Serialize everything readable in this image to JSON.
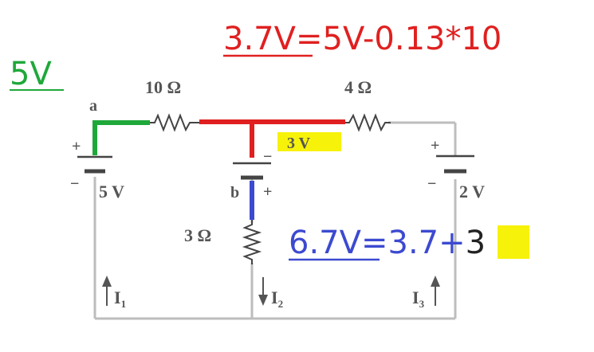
{
  "annotations": {
    "node_a_voltage": "5V",
    "red_formula": {
      "result": "3.7V",
      "expression": "=5V-0.13*10",
      "color": "#e02020"
    },
    "blue_formula": {
      "result": "6.7V",
      "expression_start": "=3.7+",
      "highlight_value": "3",
      "color": "#3c4ad0"
    },
    "green_color": "#1fa83a",
    "highlight_color": "#f7f20a"
  },
  "circuit": {
    "node_a_label": "a",
    "node_b_label": "b",
    "resistor_top_left": "10 Ω",
    "resistor_top_right": "4 Ω",
    "resistor_middle": "3 Ω",
    "battery_left": "5 V",
    "battery_middle": "3 V",
    "battery_right": "2 V",
    "plus": "+",
    "minus": "−",
    "current_1": "I",
    "current_1_sub": "1",
    "current_2": "I",
    "current_2_sub": "2",
    "current_3": "I",
    "current_3_sub": "3"
  }
}
